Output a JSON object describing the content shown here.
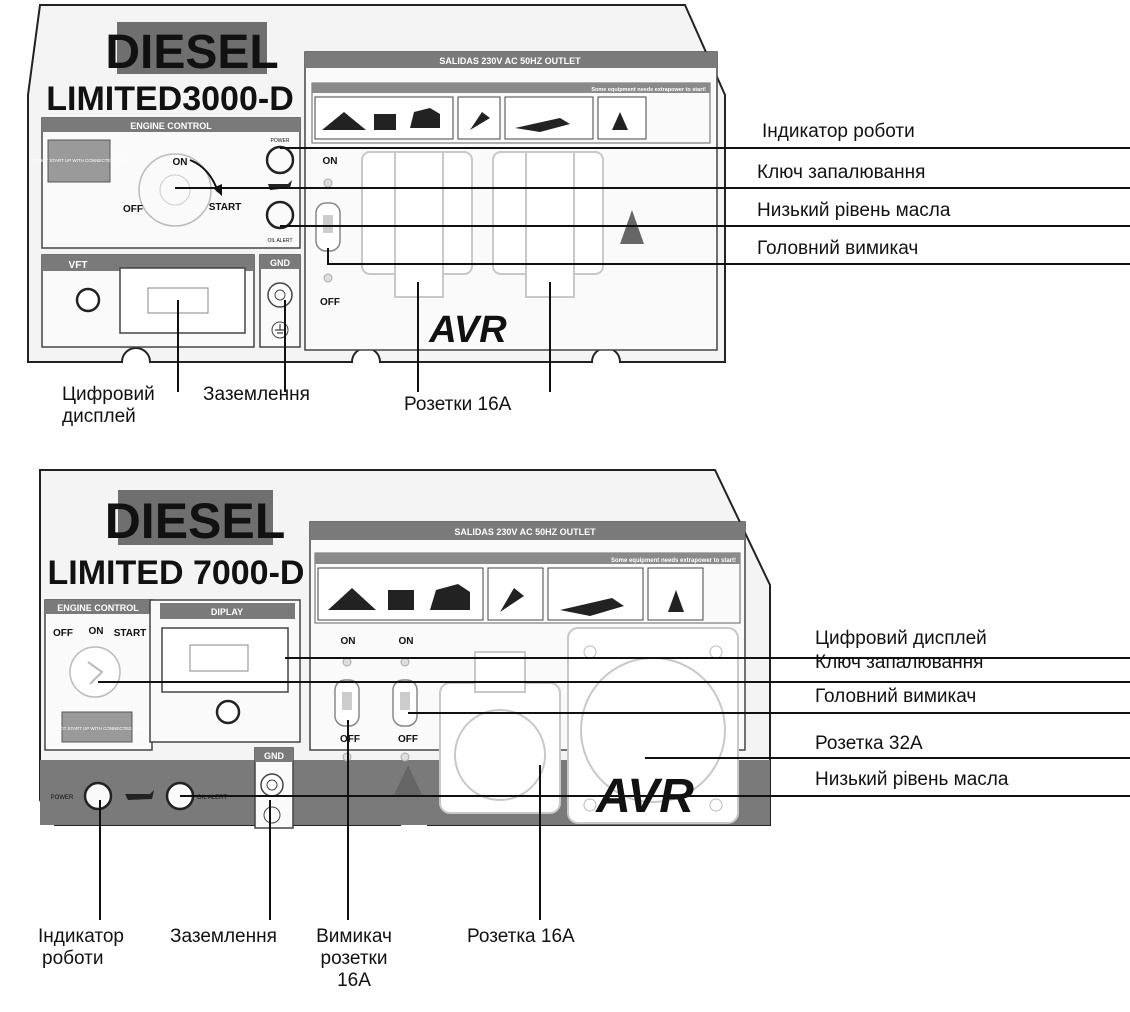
{
  "panel1": {
    "brand": "DIESEL",
    "model": "LIMITED3000-D",
    "engine_control_title": "ENGINE CONTROL",
    "warning_text": "DO NOT START UP WITH CONNECTED LOAD",
    "key_on": "ON",
    "key_off": "OFF",
    "key_start": "START",
    "power_label": "POWER",
    "oil_alert_label": "OIL ALERT",
    "outlet_title": "SALIDAS 230V AC 50HZ OUTLET",
    "outlet_subtitle": "Some equipment needs extrapower to start!",
    "breaker_on": "ON",
    "breaker_off": "OFF",
    "avr": "AVR",
    "vft_title": "VFT",
    "gnd_title": "GND"
  },
  "panel2": {
    "brand": "DIESEL",
    "model": "LIMITED 7000-D",
    "engine_control_title": "ENGINE CONTROL",
    "display_title": "DIPLAY",
    "key_off": "OFF",
    "key_on": "ON",
    "key_start": "START",
    "warning_text": "DO NOT START UP WITH CONNECTED LOAD",
    "power_label": "POWER",
    "oil_alert_label": "OIL ALERT",
    "gnd_title": "GND",
    "outlet_title": "SALIDAS 230V AC 50HZ OUTLET",
    "outlet_subtitle": "Some equipment needs extrapower to start!",
    "breaker1_on": "ON",
    "breaker1_off": "OFF",
    "breaker2_on": "ON",
    "breaker2_off": "OFF",
    "avr": "AVR"
  },
  "callouts1": {
    "work_indicator": "Індикатор роботи",
    "ignition_key": "Ключ запалювання",
    "low_oil": "Низький рівень масла",
    "main_switch": "Головний вимикач",
    "digital_display_line1": "Цифровий",
    "digital_display_line2": "дисплей",
    "grounding": "Заземлення",
    "sockets_16a": "Розетки 16A"
  },
  "callouts2": {
    "digital_display": "Цифровий дисплей",
    "ignition_key": "Ключ запалювання",
    "main_switch": "Головний вимикач",
    "socket_32a": "Розетка 32A",
    "low_oil": "Низький рівень масла",
    "work_indicator_line1": "Індикатор",
    "work_indicator_line2": "роботи",
    "grounding": "Заземлення",
    "socket_switch_line1": "Вимикач",
    "socket_switch_line2": "розетки",
    "socket_switch_line3": "16A",
    "socket_16a": "Розетка 16A"
  }
}
